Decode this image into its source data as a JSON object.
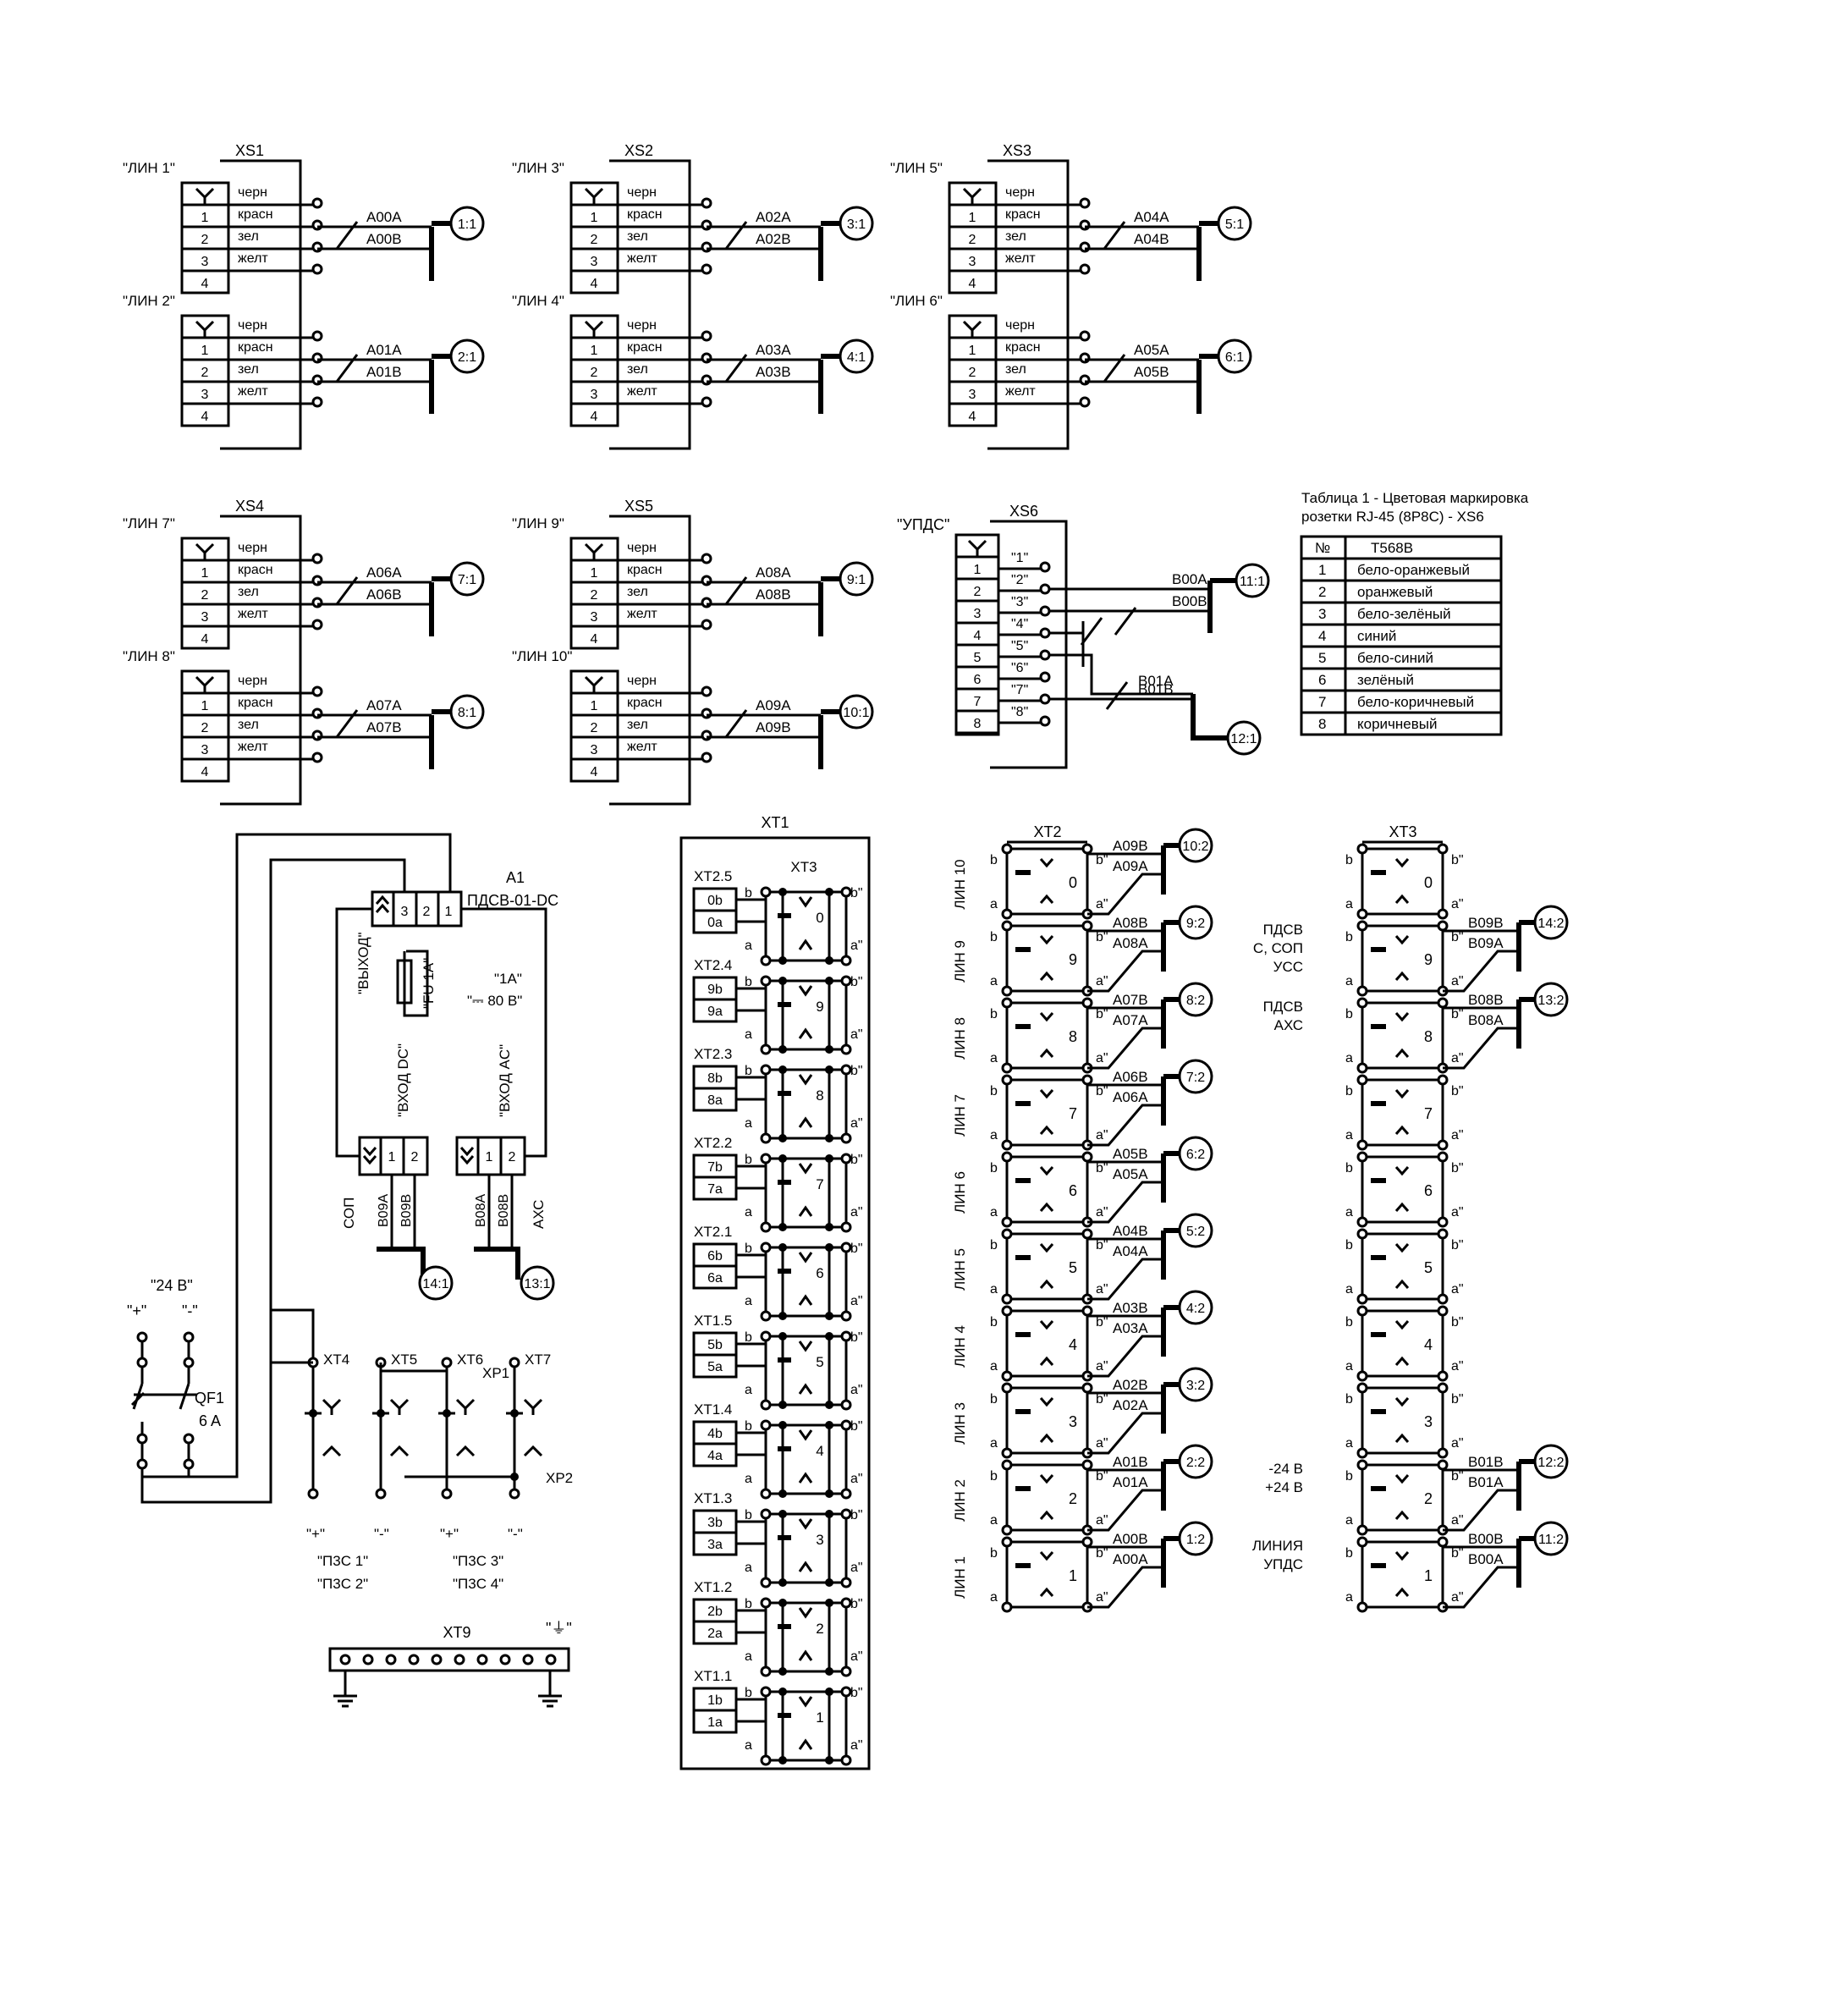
{
  "wire_colors": [
    "черн",
    "красн",
    "зел",
    "желт"
  ],
  "sockets": [
    {
      "name": "XS1",
      "ports": [
        {
          "label": "\"ЛИН 1\"",
          "wires": [
            "A00A",
            "A00B"
          ],
          "ref": "1:1"
        },
        {
          "label": "\"ЛИН 2\"",
          "wires": [
            "A01A",
            "A01B"
          ],
          "ref": "2:1"
        }
      ]
    },
    {
      "name": "XS2",
      "ports": [
        {
          "label": "\"ЛИН 3\"",
          "wires": [
            "A02A",
            "A02B"
          ],
          "ref": "3:1"
        },
        {
          "label": "\"ЛИН 4\"",
          "wires": [
            "A03A",
            "A03B"
          ],
          "ref": "4:1"
        }
      ]
    },
    {
      "name": "XS3",
      "ports": [
        {
          "label": "\"ЛИН 5\"",
          "wires": [
            "A04A",
            "A04B"
          ],
          "ref": "5:1"
        },
        {
          "label": "\"ЛИН 6\"",
          "wires": [
            "A05A",
            "A05B"
          ],
          "ref": "6:1"
        }
      ]
    },
    {
      "name": "XS4",
      "ports": [
        {
          "label": "\"ЛИН 7\"",
          "wires": [
            "A06A",
            "A06B"
          ],
          "ref": "7:1"
        },
        {
          "label": "\"ЛИН 8\"",
          "wires": [
            "A07A",
            "A07B"
          ],
          "ref": "8:1"
        }
      ]
    },
    {
      "name": "XS5",
      "ports": [
        {
          "label": "\"ЛИН 9\"",
          "wires": [
            "A08A",
            "A08B"
          ],
          "ref": "9:1"
        },
        {
          "label": "\"ЛИН 10\"",
          "wires": [
            "A09A",
            "A09B"
          ],
          "ref": "10:1"
        }
      ]
    }
  ],
  "xs6": {
    "name": "XS6",
    "label": "\"УПДС\"",
    "pins": [
      "\"1\"",
      "\"2\"",
      "\"3\"",
      "\"4\"",
      "\"5\"",
      "\"6\"",
      "\"7\"",
      "\"8\""
    ],
    "wires1": [
      "B00A",
      "B00B"
    ],
    "ref1": "11:1",
    "wires2": [
      "B01A",
      "B01B"
    ],
    "ref2": "12:1"
  },
  "table1": {
    "title_line1": "Таблица 1 - Цветовая маркировка",
    "title_line2": "розетки RJ-45 (8P8C) - XS6",
    "col1": "№",
    "col2": "T568B",
    "rows": [
      {
        "n": "1",
        "c": "бело-оранжевый"
      },
      {
        "n": "2",
        "c": "оранжевый"
      },
      {
        "n": "3",
        "c": "бело-зелёный"
      },
      {
        "n": "4",
        "c": "синий"
      },
      {
        "n": "5",
        "c": "бело-синий"
      },
      {
        "n": "6",
        "c": "зелёный"
      },
      {
        "n": "7",
        "c": "бело-коричневый"
      },
      {
        "n": "8",
        "c": "коричневый"
      }
    ]
  },
  "a1": {
    "name": "A1",
    "model": "ПДСВ-01-DC",
    "out_label": "\"ВЫХОД\"",
    "out_pins": [
      "3",
      "2",
      "1"
    ],
    "fuse": "\"FU 1A\"",
    "rating1": "\"1A\"",
    "rating2": "\"⎓ 80 B\"",
    "dc_label": "\"ВХОД DC\"",
    "ac_label": "\"ВХОД AC\"",
    "dc_pins": [
      "1",
      "2"
    ],
    "ac_pins": [
      "1",
      "2"
    ],
    "sop": "СОП",
    "axc": "АХС",
    "dc_wires": [
      "B09A",
      "B09B"
    ],
    "ac_wires": [
      "B08A",
      "B08B"
    ],
    "ref_dc": "14:1",
    "ref_ac": "13:1"
  },
  "power": {
    "v24": "\"24 B\"",
    "plus": "\"+\"",
    "minus": "\"-\"",
    "qf": "QF1",
    "qf_rating": "6 A",
    "xt4": "XT4",
    "xt5": "XT5",
    "xt6": "XT6",
    "xt7": "XT7",
    "xp1": "XP1",
    "xp2": "XP2",
    "pzs12_line1": "\"П3С 1\"",
    "pzs12_line2": "\"П3С 2\"",
    "pzs34_line1": "\"П3С 3\"",
    "pzs34_line2": "\"П3С 4\""
  },
  "xt9": {
    "name": "XT9",
    "ground": "\"⏚\""
  },
  "xt1": {
    "name": "XT1",
    "inner": "XT3",
    "groups": [
      {
        "label": "XT2.5",
        "pins": [
          "0b",
          "0a"
        ],
        "num": "0"
      },
      {
        "label": "XT2.4",
        "pins": [
          "9b",
          "9a"
        ],
        "num": "9"
      },
      {
        "label": "XT2.3",
        "pins": [
          "8b",
          "8a"
        ],
        "num": "8"
      },
      {
        "label": "XT2.2",
        "pins": [
          "7b",
          "7a"
        ],
        "num": "7"
      },
      {
        "label": "XT2.1",
        "pins": [
          "6b",
          "6a"
        ],
        "num": "6"
      },
      {
        "label": "XT1.5",
        "pins": [
          "5b",
          "5a"
        ],
        "num": "5"
      },
      {
        "label": "XT1.4",
        "pins": [
          "4b",
          "4a"
        ],
        "num": "4"
      },
      {
        "label": "XT1.3",
        "pins": [
          "3b",
          "3a"
        ],
        "num": "3"
      },
      {
        "label": "XT1.2",
        "pins": [
          "2b",
          "2a"
        ],
        "num": "2"
      },
      {
        "label": "XT1.1",
        "pins": [
          "1b",
          "1a"
        ],
        "num": "1"
      }
    ],
    "b": "b",
    "a": "a",
    "bq": "b\"",
    "aq": "a\""
  },
  "xt2": {
    "name": "XT2",
    "groups": [
      {
        "num": "0",
        "line": "ЛИН 10",
        "wires": [
          "A09B",
          "A09A"
        ],
        "ref": "10:2"
      },
      {
        "num": "9",
        "line": "ЛИН 9",
        "wires": [
          "A08B",
          "A08A"
        ],
        "ref": "9:2"
      },
      {
        "num": "8",
        "line": "ЛИН 8",
        "wires": [
          "A07B",
          "A07A"
        ],
        "ref": "8:2"
      },
      {
        "num": "7",
        "line": "ЛИН 7",
        "wires": [
          "A06B",
          "A06A"
        ],
        "ref": "7:2"
      },
      {
        "num": "6",
        "line": "ЛИН 6",
        "wires": [
          "A05B",
          "A05A"
        ],
        "ref": "6:2"
      },
      {
        "num": "5",
        "line": "ЛИН 5",
        "wires": [
          "A04B",
          "A04A"
        ],
        "ref": "5:2"
      },
      {
        "num": "4",
        "line": "ЛИН 4",
        "wires": [
          "A03B",
          "A03A"
        ],
        "ref": "4:2"
      },
      {
        "num": "3",
        "line": "ЛИН 3",
        "wires": [
          "A02B",
          "A02A"
        ],
        "ref": "3:2"
      },
      {
        "num": "2",
        "line": "ЛИН 2",
        "wires": [
          "A01B",
          "A01A"
        ],
        "ref": "2:2"
      },
      {
        "num": "1",
        "line": "ЛИН 1",
        "wires": [
          "A00B",
          "A00A"
        ],
        "ref": "1:2"
      }
    ]
  },
  "xt3": {
    "name": "XT3",
    "groups": [
      {
        "num": "0",
        "left": [],
        "wires": [],
        "ref": ""
      },
      {
        "num": "9",
        "left": [
          "ПДСВ",
          "С, СОП",
          "УСС"
        ],
        "wires": [
          "B09B",
          "B09A"
        ],
        "ref": "14:2"
      },
      {
        "num": "8",
        "left": [
          "ПДСВ",
          "АХС"
        ],
        "wires": [
          "B08B",
          "B08A"
        ],
        "ref": "13:2"
      },
      {
        "num": "7",
        "left": [],
        "wires": [],
        "ref": ""
      },
      {
        "num": "6",
        "left": [],
        "wires": [],
        "ref": ""
      },
      {
        "num": "5",
        "left": [],
        "wires": [],
        "ref": ""
      },
      {
        "num": "4",
        "left": [],
        "wires": [],
        "ref": ""
      },
      {
        "num": "3",
        "left": [],
        "wires": [],
        "ref": ""
      },
      {
        "num": "2",
        "left": [
          "-24 B",
          "+24 B"
        ],
        "wires": [
          "B01B",
          "B01A"
        ],
        "ref": "12:2"
      },
      {
        "num": "1",
        "left": [
          "ЛИНИЯ",
          "УПДС"
        ],
        "wires": [
          "B00B",
          "B00A"
        ],
        "ref": "11:2"
      }
    ]
  }
}
